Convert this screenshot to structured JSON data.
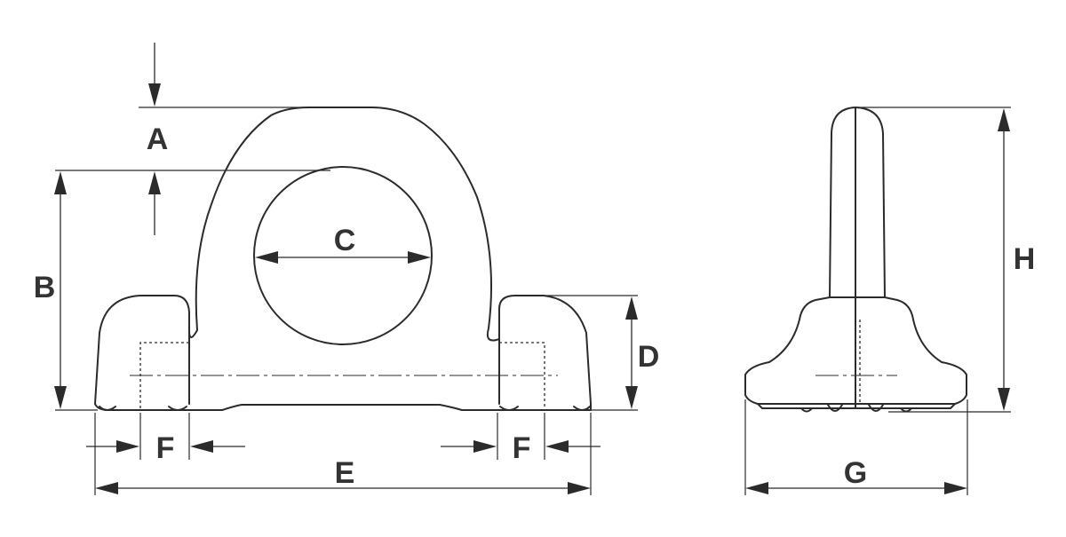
{
  "labels": {
    "A": "A",
    "B": "B",
    "C": "C",
    "D": "D",
    "E": "E",
    "F_left": "F",
    "F_right": "F",
    "G": "G",
    "H": "H"
  },
  "colors": {
    "line": "#2b2b2b",
    "label": "#333333",
    "background": "#ffffff"
  }
}
